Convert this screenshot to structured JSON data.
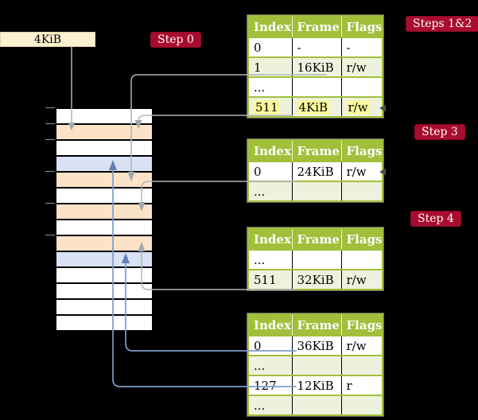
{
  "legend": {
    "label": "4KiB"
  },
  "badges": [
    {
      "label": "Step 0"
    },
    {
      "label": "Steps 1&2"
    },
    {
      "label": "Step 3"
    },
    {
      "label": "Step 4"
    }
  ],
  "tables": [
    {
      "title": "page table steps 1 and 2",
      "headers": [
        "Index",
        "Frame",
        "Flags"
      ],
      "rows": [
        {
          "variant": "white",
          "cells": [
            "0",
            "-",
            "-"
          ]
        },
        {
          "variant": "green",
          "cells": [
            "1",
            "16KiB",
            "r/w"
          ]
        },
        {
          "variant": "white",
          "cells": [
            "...",
            "",
            ""
          ]
        },
        {
          "variant": "green",
          "highlighted": true,
          "cells": [
            "511",
            "4KiB",
            "r/w"
          ]
        }
      ]
    },
    {
      "title": "page table step 3",
      "headers": [
        "Index",
        "Frame",
        "Flags"
      ],
      "rows": [
        {
          "variant": "white",
          "cells": [
            "0",
            "24KiB",
            "r/w"
          ]
        },
        {
          "variant": "green",
          "cells": [
            "...",
            "",
            ""
          ]
        }
      ]
    },
    {
      "title": "page table step 4",
      "headers": [
        "Index",
        "Frame",
        "Flags"
      ],
      "rows": [
        {
          "variant": "white",
          "cells": [
            "...",
            "",
            ""
          ]
        },
        {
          "variant": "green",
          "cells": [
            "511",
            "32KiB",
            "r/w"
          ]
        }
      ]
    },
    {
      "title": "final page table",
      "headers": [
        "Index",
        "Frame",
        "Flags"
      ],
      "rows": [
        {
          "variant": "white",
          "cells": [
            "0",
            "36KiB",
            "r/w"
          ]
        },
        {
          "variant": "green",
          "cells": [
            "...",
            "",
            ""
          ]
        },
        {
          "variant": "white",
          "cells": [
            "127",
            "12KiB",
            "r"
          ]
        },
        {
          "variant": "green",
          "cells": [
            "...",
            "",
            ""
          ]
        }
      ]
    }
  ],
  "memory": {
    "rows": [
      "white",
      "peach",
      "white",
      "blue",
      "peach",
      "white",
      "peach",
      "white",
      "peach",
      "blue",
      "white",
      "white",
      "white",
      "white"
    ]
  },
  "colors": {
    "background": "#000000",
    "badge_red": "#a80c2e",
    "table_header_olive": "#a1bf3a",
    "table_row_green": "#eef2dd",
    "highlight_yellow": "#fbf89d",
    "legend_cream": "#fbf0d0",
    "memory_peach": "#fce3c7",
    "memory_blue": "#d8e2f3",
    "gray_arrow": "#aeb3b9",
    "blue_arrow": "#7e9cc8"
  }
}
